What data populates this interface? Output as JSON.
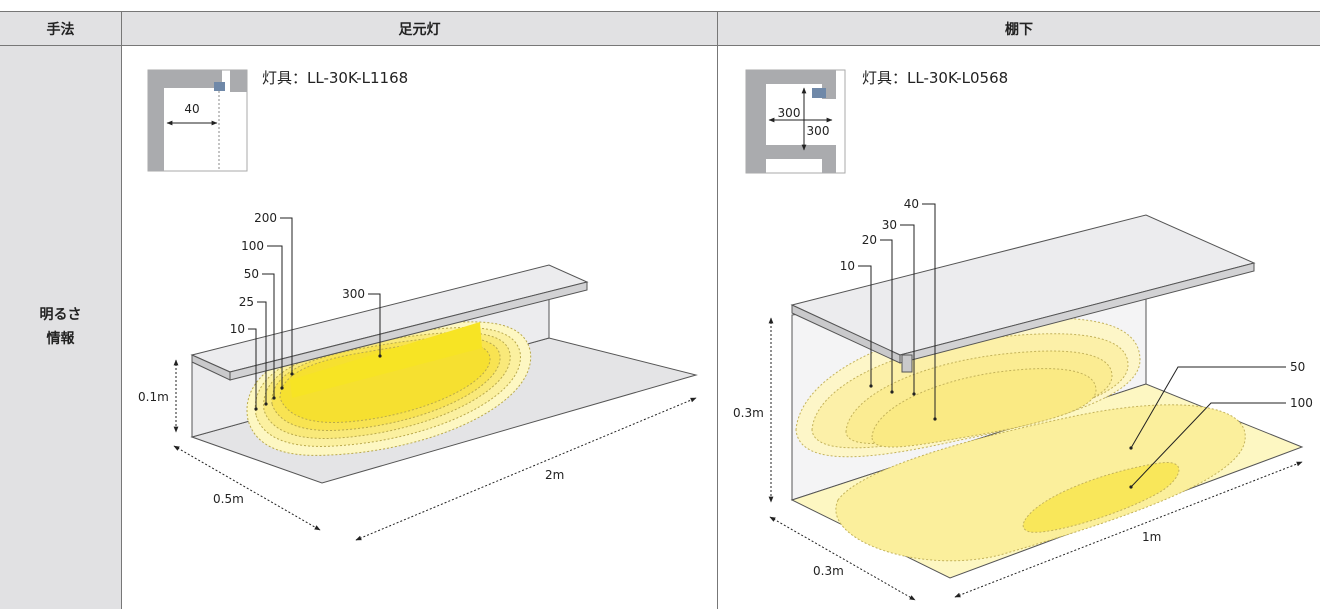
{
  "table": {
    "headers": {
      "method": "手法",
      "col1": "足元灯",
      "col2": "棚下"
    },
    "row_label": "明るさ\n情報"
  },
  "panel1": {
    "fixture": "灯具：LL-30K-L1168",
    "inset_dim": "40",
    "contours": [
      "200",
      "100",
      "50",
      "25",
      "10"
    ],
    "inner_label": "300",
    "dims": {
      "height": "0.1m",
      "depth": "0.5m",
      "length": "2m"
    }
  },
  "panel2": {
    "fixture": "灯具：LL-30K-L0568",
    "inset_dim_a": "300",
    "inset_dim_b": "300",
    "contours": [
      "40",
      "30",
      "20",
      "10"
    ],
    "right_labels": [
      "50",
      "100"
    ],
    "dims": {
      "height": "0.3m",
      "depth": "0.3m",
      "length": "1m"
    }
  },
  "colors": {
    "header_bg": "#e1e1e3",
    "surface_gray": "#e4e4e6",
    "yellow_core": "#f7e424",
    "yellow_pale": "#fdf7c2",
    "fixture_blue": "#6f88a8"
  }
}
